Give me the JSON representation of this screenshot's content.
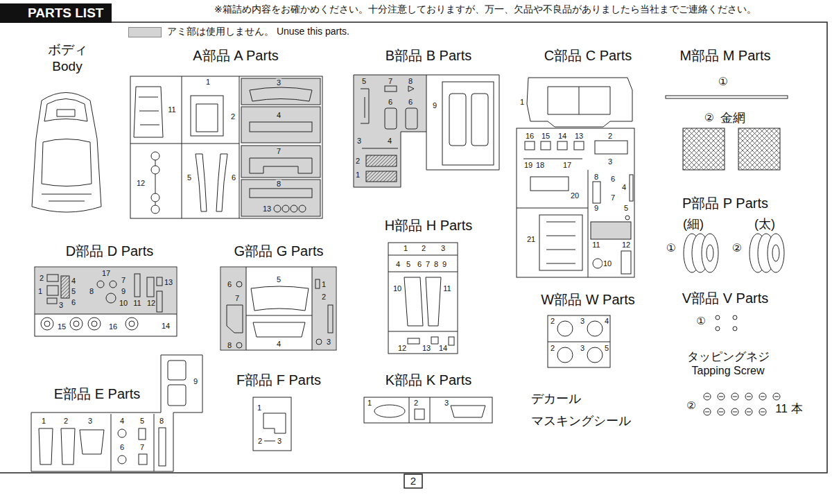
{
  "diagram": {
    "title": "PARTS LIST",
    "nodes": [
      {
        "text": [
          "A部品 A Parts"
        ]
      },
      {
        "text": [
          "B部品 B Parts"
        ]
      },
      {
        "text": [
          "C部品 C Parts"
        ]
      },
      {
        "text": [
          "D部品 D Parts"
        ]
      },
      {
        "text": [
          "G部品 G Parts"
        ]
      },
      {
        "text": [
          "H部品 H Parts"
        ]
      },
      {
        "text": [
          "W部品 W Parts"
        ]
      },
      {
        "text": [
          "E部品 E Parts"
        ]
      },
      {
        "text": [
          "F部品 F Parts"
        ]
      },
      {
        "text": [
          "K部品 K Parts"
        ]
      }
    ],
    "labels": [
      "※箱詰め内容をお確かめください。十分注意しておりますが、万一、欠品や不良品がありましたら当社までご連絡ください。",
      "ボディ",
      "Body",
      "11",
      "1",
      "2",
      "3",
      "4",
      "7",
      "8",
      "12",
      "5",
      "6",
      "13",
      "5",
      "7",
      "8",
      "6",
      "6",
      "9",
      "3",
      "4",
      "2",
      "1",
      "1",
      "16",
      "15",
      "14",
      "13",
      "2",
      "3",
      "19",
      "18",
      "17",
      "20",
      "8",
      "6",
      "4",
      "7",
      "5",
      "9",
      "21",
      "11",
      "10",
      "12",
      "2",
      "17",
      "4",
      "5",
      "1",
      "3",
      "6",
      "7",
      "8",
      "9",
      "10",
      "11",
      "12",
      "13",
      "14",
      "15",
      "16",
      "6",
      "7",
      "8",
      "5",
      "1",
      "2",
      "3",
      "4",
      "1",
      "2",
      "3",
      "4",
      "5",
      "6",
      "7",
      "8",
      "9",
      "10",
      "11",
      "12",
      "13",
      "14",
      "2",
      "3",
      "4",
      "2",
      "3",
      "5",
      "1",
      "2",
      "3",
      "4",
      "5",
      "6",
      "7",
      "8",
      "9",
      "2",
      "3",
      "1",
      "1",
      "2",
      "3",
      "M部品 M Parts",
      "①",
      "②",
      "金網",
      "P部品 P Parts",
      "(細)",
      "(太)",
      "①",
      "②",
      "V部品 V Parts",
      "①",
      "タッピングネジ",
      "Tapping Screw",
      "②",
      "11 本",
      "デカール",
      "マスキングシール",
      "2"
    ],
    "legend": [
      {
        "text": "アミ部は使用しません。 Unuse this parts.",
        "color": "#d4d4d4"
      }
    ]
  }
}
